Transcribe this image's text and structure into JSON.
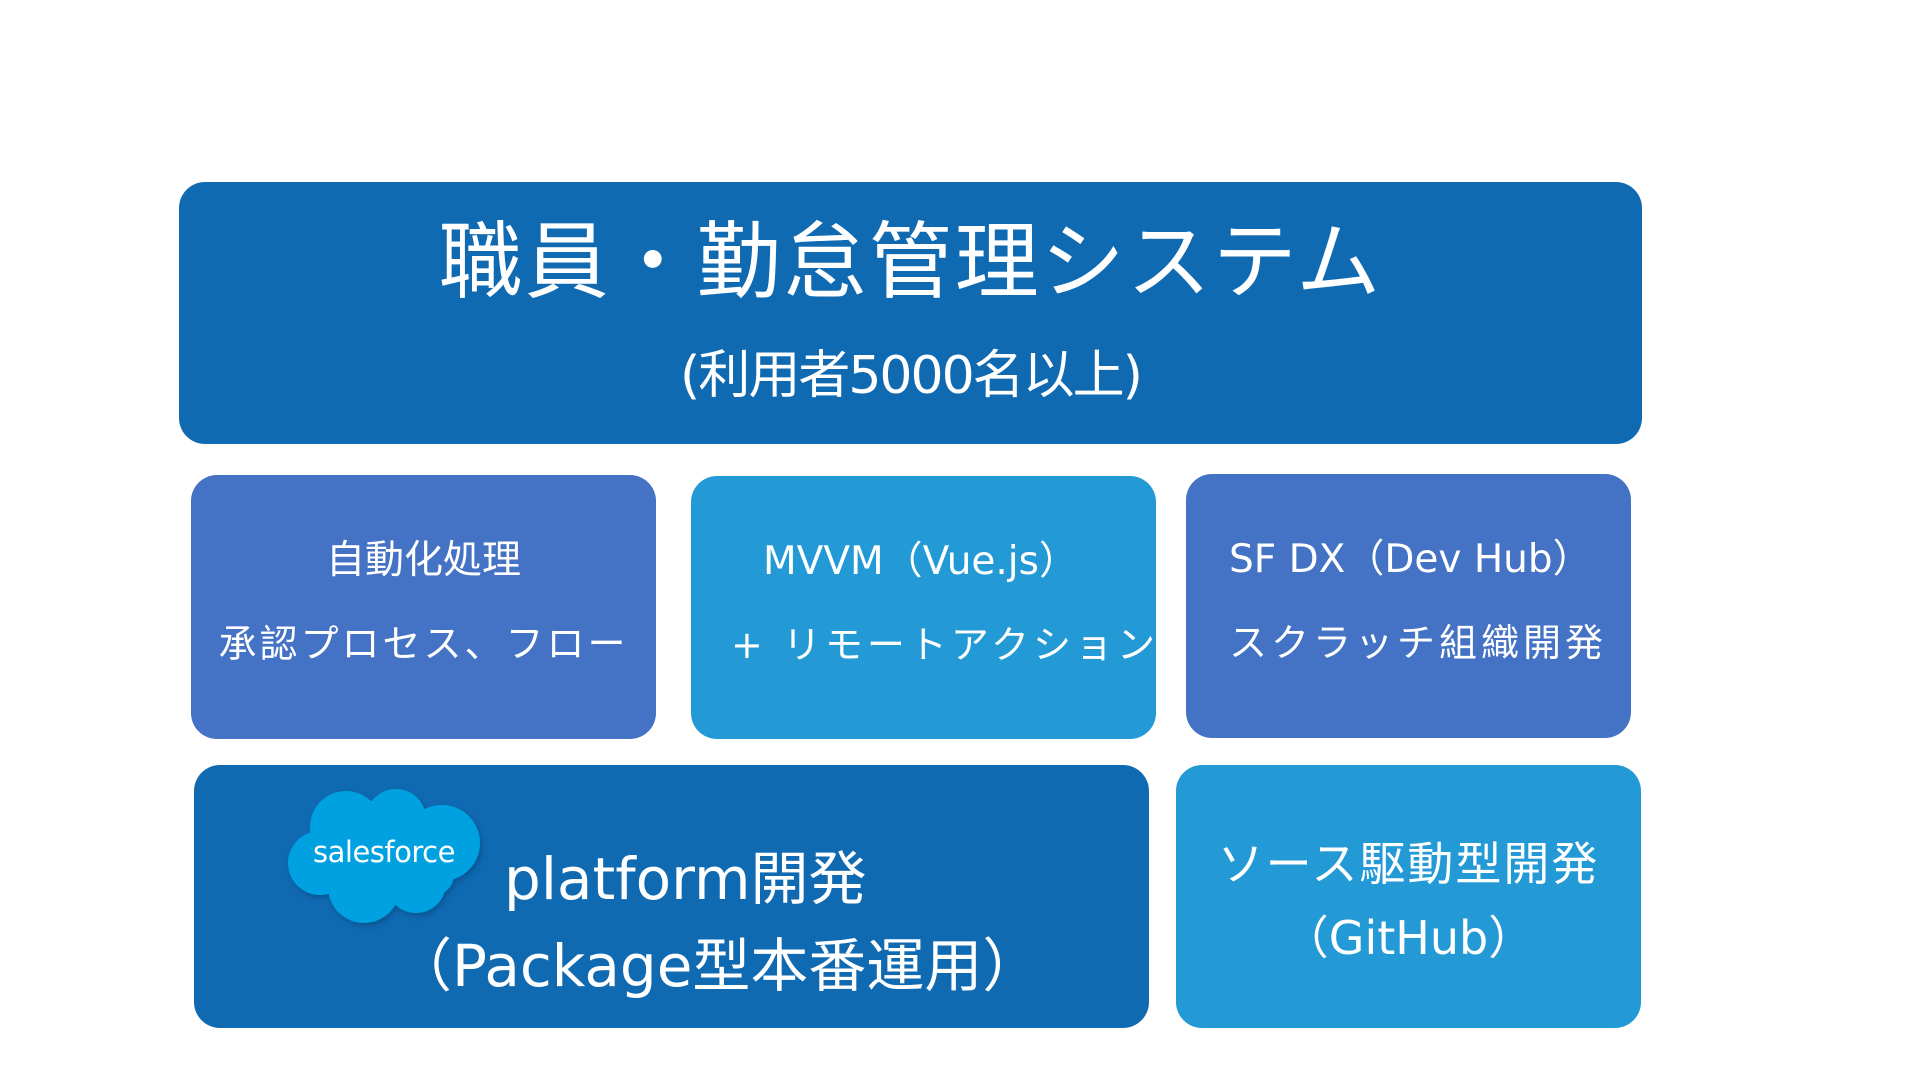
{
  "colors": {
    "dark_blue": "#106AB2",
    "medium_blue": "#4472C4",
    "light_blue": "#239AD6",
    "salesforce_cloud": "#00A1E0",
    "text": "#FFFFFF",
    "background": "#FFFFFF"
  },
  "header": {
    "title": "職員・勤怠管理システム",
    "subtitle": "(利用者5000名以上)"
  },
  "middle_row": [
    {
      "line1": "自動化処理",
      "line2": "承認プロセス、フロー"
    },
    {
      "line1": "MVVM（Vue.js）",
      "line2": "+ リモートアクション"
    },
    {
      "line1": "SF DX（Dev Hub）",
      "line2": "スクラッチ組織開発"
    }
  ],
  "bottom_row": {
    "platform": {
      "logo_text": "salesforce",
      "logo_icon": "salesforce-cloud-icon",
      "line1": "platform開発",
      "line2": "（Package型本番運用）"
    },
    "source": {
      "line1": "ソース駆動型開発",
      "line2": "（GitHub）"
    }
  }
}
